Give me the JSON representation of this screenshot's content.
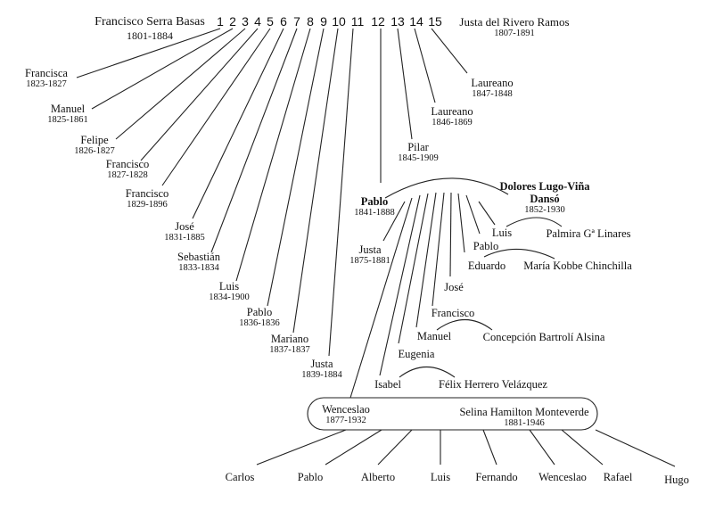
{
  "root": {
    "father": {
      "name": "Francisco Serra Basas",
      "dates": "1801-1884"
    },
    "mother": {
      "name": "Justa del Rivero Ramos",
      "dates": "1807-1891"
    },
    "child_numbers": [
      "1",
      "2",
      "3",
      "4",
      "5",
      "6",
      "7",
      "8",
      "9",
      "10",
      "11",
      "12",
      "13",
      "14",
      "15"
    ]
  },
  "children": [
    {
      "name": "Francisca",
      "dates": "1823-1827"
    },
    {
      "name": "Manuel",
      "dates": "1825-1861"
    },
    {
      "name": "Felipe",
      "dates": "1826-1827"
    },
    {
      "name": "Francisco",
      "dates": "1827-1828"
    },
    {
      "name": "Francisco",
      "dates": "1829-1896"
    },
    {
      "name": "José",
      "dates": "1831-1885"
    },
    {
      "name": "Sebastián",
      "dates": "1833-1834"
    },
    {
      "name": "Luis",
      "dates": "1834-1900"
    },
    {
      "name": "Pablo",
      "dates": "1836-1836"
    },
    {
      "name": "Mariano",
      "dates": "1837-1837"
    },
    {
      "name": "Justa",
      "dates": "1839-1884"
    },
    {
      "name": "Pilar",
      "dates": "1845-1909"
    },
    {
      "name": "Laureano",
      "dates": "1846-1869"
    },
    {
      "name": "Laureano",
      "dates": "1847-1848"
    }
  ],
  "pablo_family": {
    "pablo": {
      "name": "Pablo",
      "dates": "1841-1888"
    },
    "spouse": {
      "name_line1": "Dolores Lugo-Viña",
      "name_line2": "Dansó",
      "dates": "1852-1930"
    },
    "children": [
      {
        "name": "Justa",
        "dates": "1875-1881"
      },
      {
        "name": "Isabel",
        "spouse": "Félix Herrero Velázquez"
      },
      {
        "name": "Eugenia"
      },
      {
        "name": "Manuel",
        "spouse": "Concepción Bartrolí Alsina"
      },
      {
        "name": "Francisco"
      },
      {
        "name": "José"
      },
      {
        "name": "Eduardo",
        "spouse": "María Kobbe Chinchilla"
      },
      {
        "name": "Pablo"
      },
      {
        "name": "Luis",
        "spouse": "Palmira Gª Linares"
      }
    ]
  },
  "wenceslao_family": {
    "wenceslao": {
      "name": "Wenceslao",
      "dates": "1877-1932"
    },
    "spouse": {
      "name": "Selina Hamilton Monteverde",
      "dates": "1881-1946"
    },
    "children": [
      "Carlos",
      "Pablo",
      "Alberto",
      "Luis",
      "Fernando",
      "Wenceslao",
      "Rafael",
      "Hugo"
    ]
  }
}
